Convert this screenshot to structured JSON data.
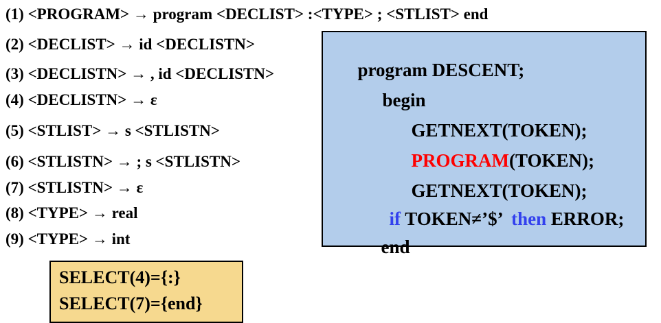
{
  "colors": {
    "black": "#000000",
    "red": "#fe0000",
    "blue": "#3341ee",
    "code_box_bg": "#b3cdeb",
    "select_box_bg": "#f6d98f",
    "box_border": "#000000"
  },
  "grammar": {
    "rules": [
      "(1) <PROGRAM> → program <DECLIST> :<TYPE> ; <STLIST> end",
      "(2) <DECLIST> → id <DECLISTN>",
      "(3) <DECLISTN> → , id <DECLISTN>",
      "(4) <DECLISTN> → ε",
      "(5) <STLIST> → s <STLISTN>",
      "(6) <STLISTN> → ; s <STLISTN>",
      "(7) <STLISTN> → ε",
      "(8) <TYPE> → real",
      "(9) <TYPE> → int"
    ]
  },
  "code_box": {
    "lines": [
      {
        "segments": [
          {
            "text": "program DESCENT;",
            "color": "black"
          }
        ]
      },
      {
        "segments": [
          {
            "text": "begin",
            "color": "black"
          }
        ]
      },
      {
        "segments": [
          {
            "text": "GETNEXT(TOKEN);",
            "color": "black"
          }
        ]
      },
      {
        "segments": [
          {
            "text": "PROGRAM",
            "color": "red"
          },
          {
            "text": "(TOKEN);",
            "color": "black"
          }
        ]
      },
      {
        "segments": [
          {
            "text": "GETNEXT(TOKEN);",
            "color": "black"
          }
        ]
      },
      {
        "segments": [
          {
            "text": "if ",
            "color": "blue"
          },
          {
            "text": "TOKEN≠’$’  ",
            "color": "black"
          },
          {
            "text": "then ",
            "color": "blue"
          },
          {
            "text": "ERROR;",
            "color": "black"
          }
        ]
      },
      {
        "segments": [
          {
            "text": "end",
            "color": "black"
          }
        ]
      }
    ]
  },
  "select_box": {
    "lines": [
      "SELECT(4)={:}",
      "SELECT(7)={end}"
    ]
  }
}
